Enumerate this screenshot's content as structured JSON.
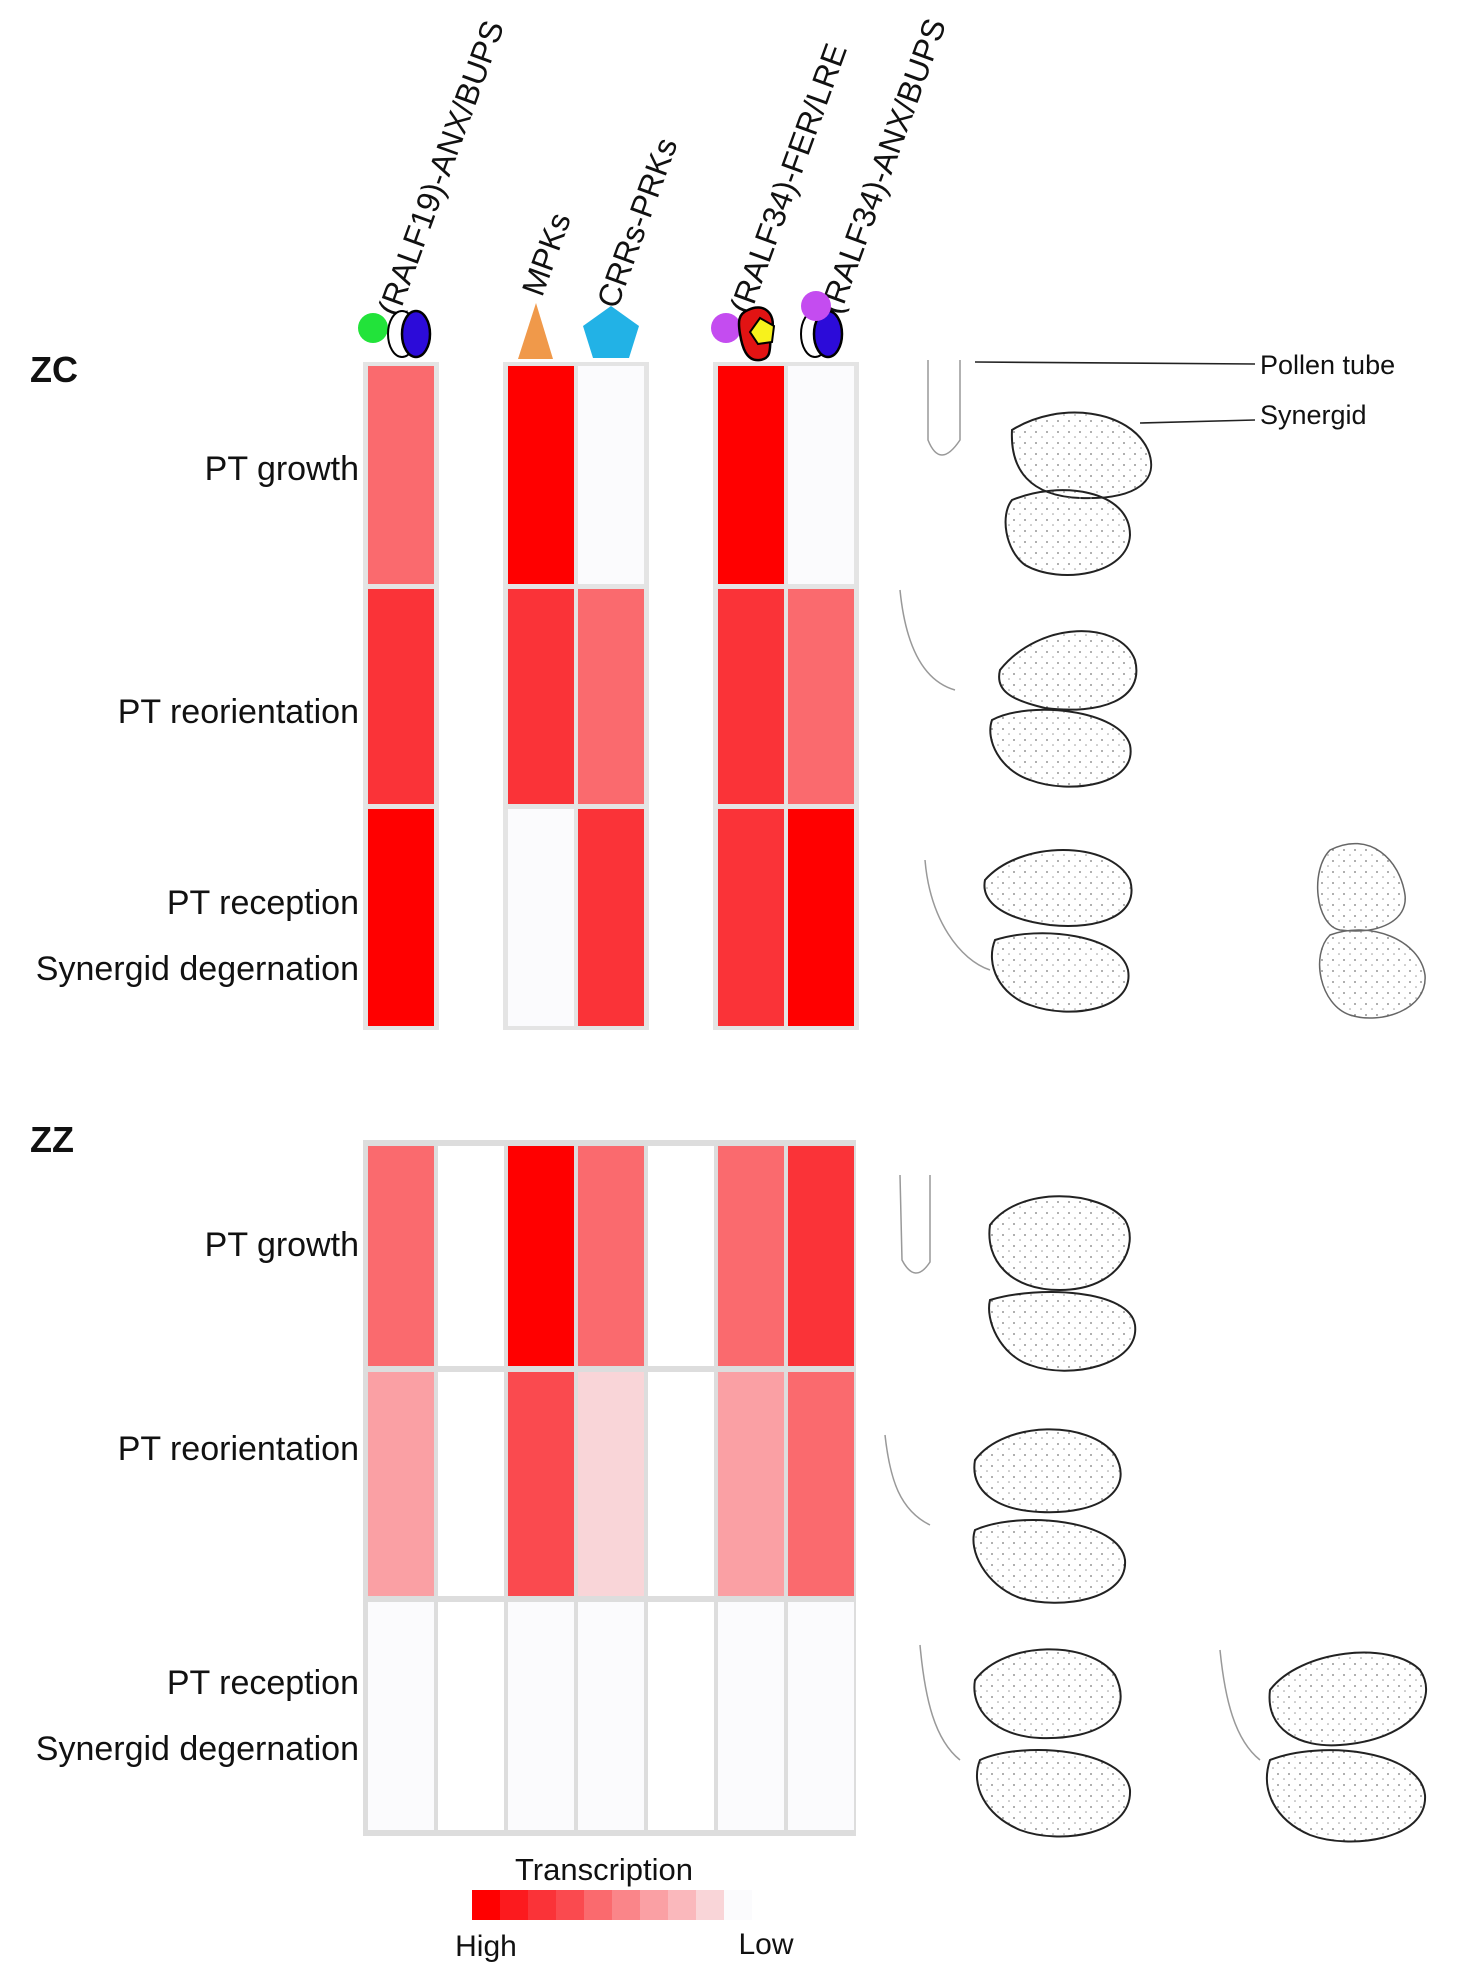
{
  "columns": [
    {
      "key": "ralf19_anx_bups",
      "label": "(RALF19)-ANX/BUPS",
      "icon": "ralf19-anx-bups-complex-icon"
    },
    {
      "key": "mpks",
      "label": "MPKs",
      "icon": "triangle-icon"
    },
    {
      "key": "crrs_prks",
      "label": "CRRs-PRKs",
      "icon": "pentagon-icon"
    },
    {
      "key": "ralf34_fer_lre",
      "label": "(RALF34)-FER/LRE",
      "icon": "ralf34-fer-lre-complex-icon"
    },
    {
      "key": "ralf34_anx_bups",
      "label": "(RALF34)-ANX/BUPS",
      "icon": "ralf34-anx-bups-complex-icon"
    }
  ],
  "panels": [
    {
      "label": "ZC",
      "rows": [
        {
          "labels": [
            "PT growth"
          ],
          "values": [
            5,
            9,
            0,
            9,
            0
          ]
        },
        {
          "labels": [
            "PT reorientation"
          ],
          "values": [
            7,
            7,
            5,
            7,
            5
          ]
        },
        {
          "labels": [
            "PT reception",
            "Synergid degernation"
          ],
          "values": [
            9,
            0,
            7,
            7,
            9
          ]
        }
      ]
    },
    {
      "label": "ZZ",
      "rows": [
        {
          "labels": [
            "PT growth"
          ],
          "values": [
            5,
            9,
            5,
            5,
            7
          ]
        },
        {
          "labels": [
            "PT reorientation"
          ],
          "values": [
            3,
            6,
            1,
            3,
            5
          ]
        },
        {
          "labels": [
            "PT reception",
            "Synergid degernation"
          ],
          "values": [
            0,
            0,
            0,
            0,
            0
          ]
        }
      ]
    }
  ],
  "cell_labels": {
    "pollen_tube": "Pollen tube",
    "synergid": "Synergid"
  },
  "legend": {
    "title": "Transcription",
    "high": "High",
    "low": "Low",
    "levels": [
      "#ff0000",
      "#fc1a1e",
      "#fa3338",
      "#fa4a4f",
      "#fa6a6e",
      "#fa8589",
      "#faa0a4",
      "#fab8bc",
      "#f9d5d8",
      "#fbfbfd"
    ]
  },
  "colors": {
    "empty": "#fbfbfd",
    "border": "#dddddd",
    "green": "#22e33a",
    "blue": "#2c0bd9",
    "orange": "#f0994a",
    "cyan": "#22b2e6",
    "purple": "#c44cf0",
    "yellow": "#f7f21c",
    "red": "#e21313",
    "pt_blue": "#2f27b5"
  }
}
